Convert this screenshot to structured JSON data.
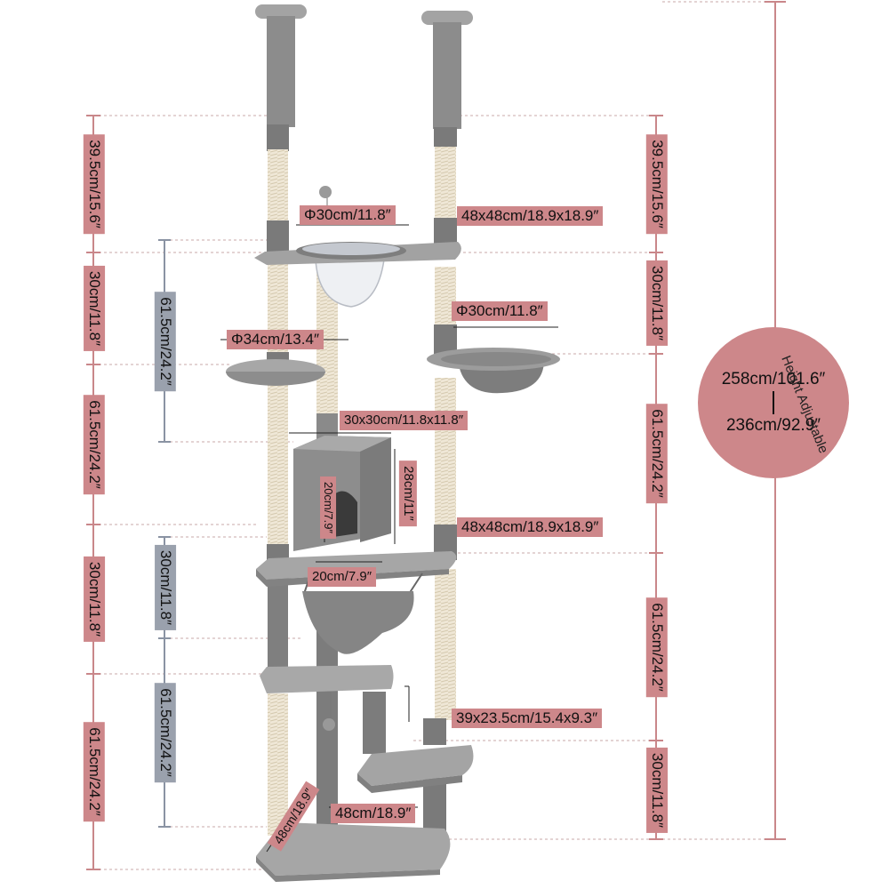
{
  "colors": {
    "label_pink": "#cd878a",
    "label_grey": "#9aa1ad",
    "plush": "#8e8e8e",
    "plush_dark": "#6f6f6f",
    "sisal": "#ece4d2",
    "dim_line": "#c9878a"
  },
  "dimensions": {
    "left_segments": [
      "39.5cm/15.6″",
      "30cm/11.8″",
      "61.5cm/24.2″",
      "30cm/11.8″",
      "61.5cm/24.2″"
    ],
    "inner_left_segments": [
      "61.5cm/24.2″",
      "30cm/11.8″",
      "61.5cm/24.2″"
    ],
    "right_segments": [
      "39.5cm/15.6″",
      "30cm/11.8″",
      "61.5cm/24.2″",
      "61.5cm/24.2″",
      "30cm/11.8″"
    ],
    "bowl_top": "Φ30cm/11.8″",
    "top_platform": "48x48cm/18.9x18.9″",
    "basket": "Φ30cm/11.8″",
    "round_platform": "Φ34cm/13.4″",
    "condo_top": "30x30cm/11.8x11.8″",
    "condo_height": "28cm/11″",
    "door_height": "20cm/7.9″",
    "door_width": "20cm/7.9″",
    "mid_platform": "48x48cm/18.9x18.9″",
    "step_platform": "39x23.5cm/15.4x9.3″",
    "base_width": "48cm/18.9″",
    "base_depth": "48cm/18.9″"
  },
  "height": {
    "max": "258cm/101.6″",
    "min": "236cm/92.9″",
    "note": "Height Adjustable"
  }
}
